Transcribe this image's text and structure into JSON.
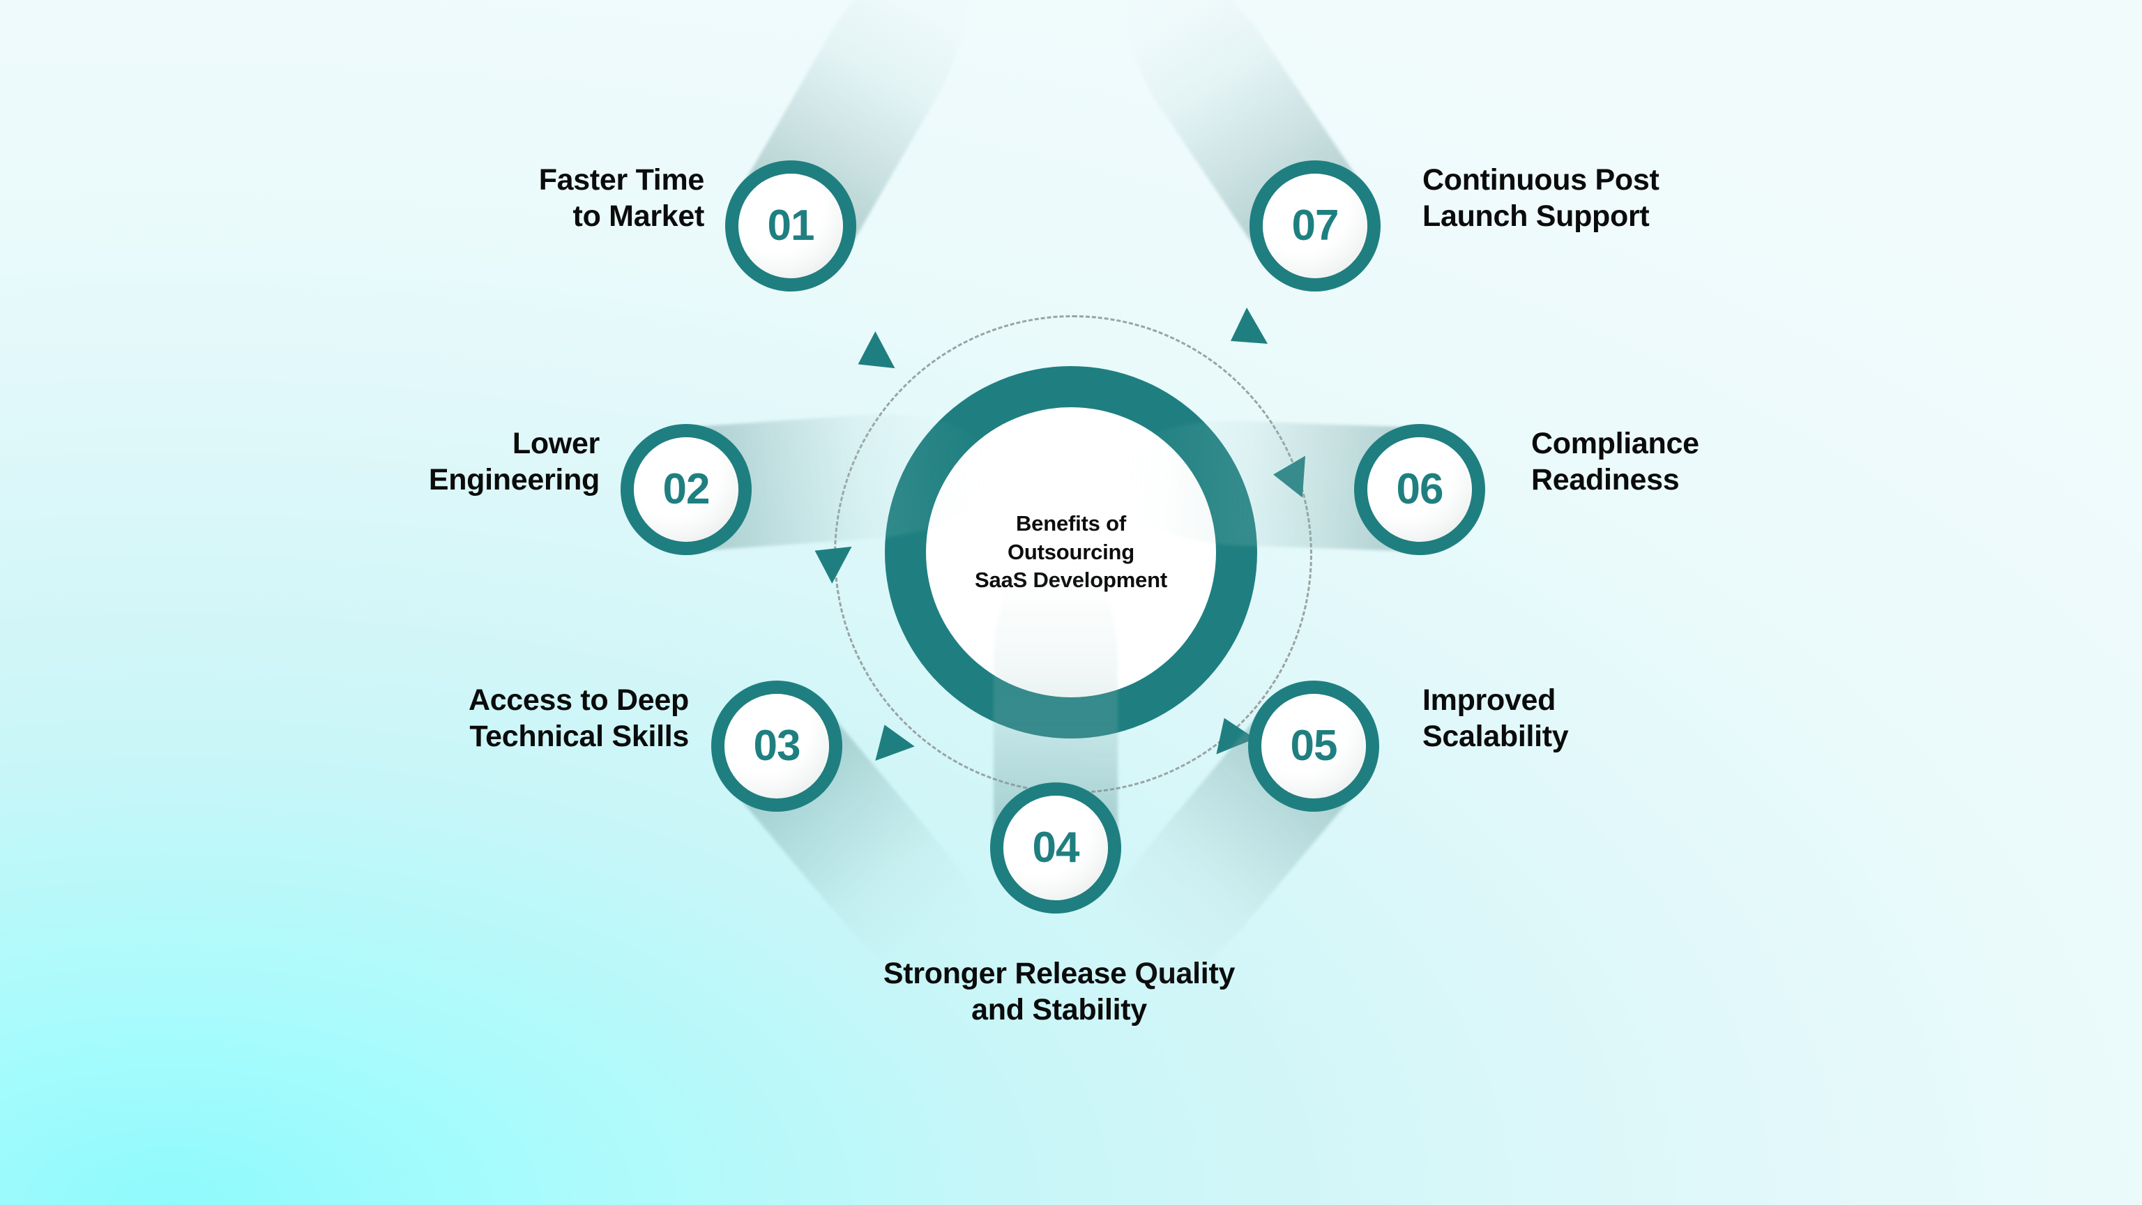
{
  "theme": {
    "accent": "#1f7f80",
    "text": "#0b0b0b",
    "hub_fill": "#ffffff",
    "orbit_dash": "#9aa3a3",
    "bg_light": "#f2fbfc",
    "bg_cyan": "#8ffafc"
  },
  "hub": {
    "title": "Benefits of\nOutsourcing\nSaaS Development"
  },
  "nodes": [
    {
      "number": "01",
      "label": "Faster Time\nto Market",
      "align": "right-align"
    },
    {
      "number": "02",
      "label": "Lower\nEngineering",
      "align": "right-align"
    },
    {
      "number": "03",
      "label": "Access to Deep\nTechnical Skills",
      "align": "right-align"
    },
    {
      "number": "04",
      "label": "Stronger Release Quality\nand Stability",
      "align": "center-align"
    },
    {
      "number": "05",
      "label": "Improved\nScalability",
      "align": "left-align"
    },
    {
      "number": "06",
      "label": "Compliance\nReadiness",
      "align": "left-align"
    },
    {
      "number": "07",
      "label": "Continuous Post\nLaunch Support",
      "align": "left-align"
    }
  ]
}
